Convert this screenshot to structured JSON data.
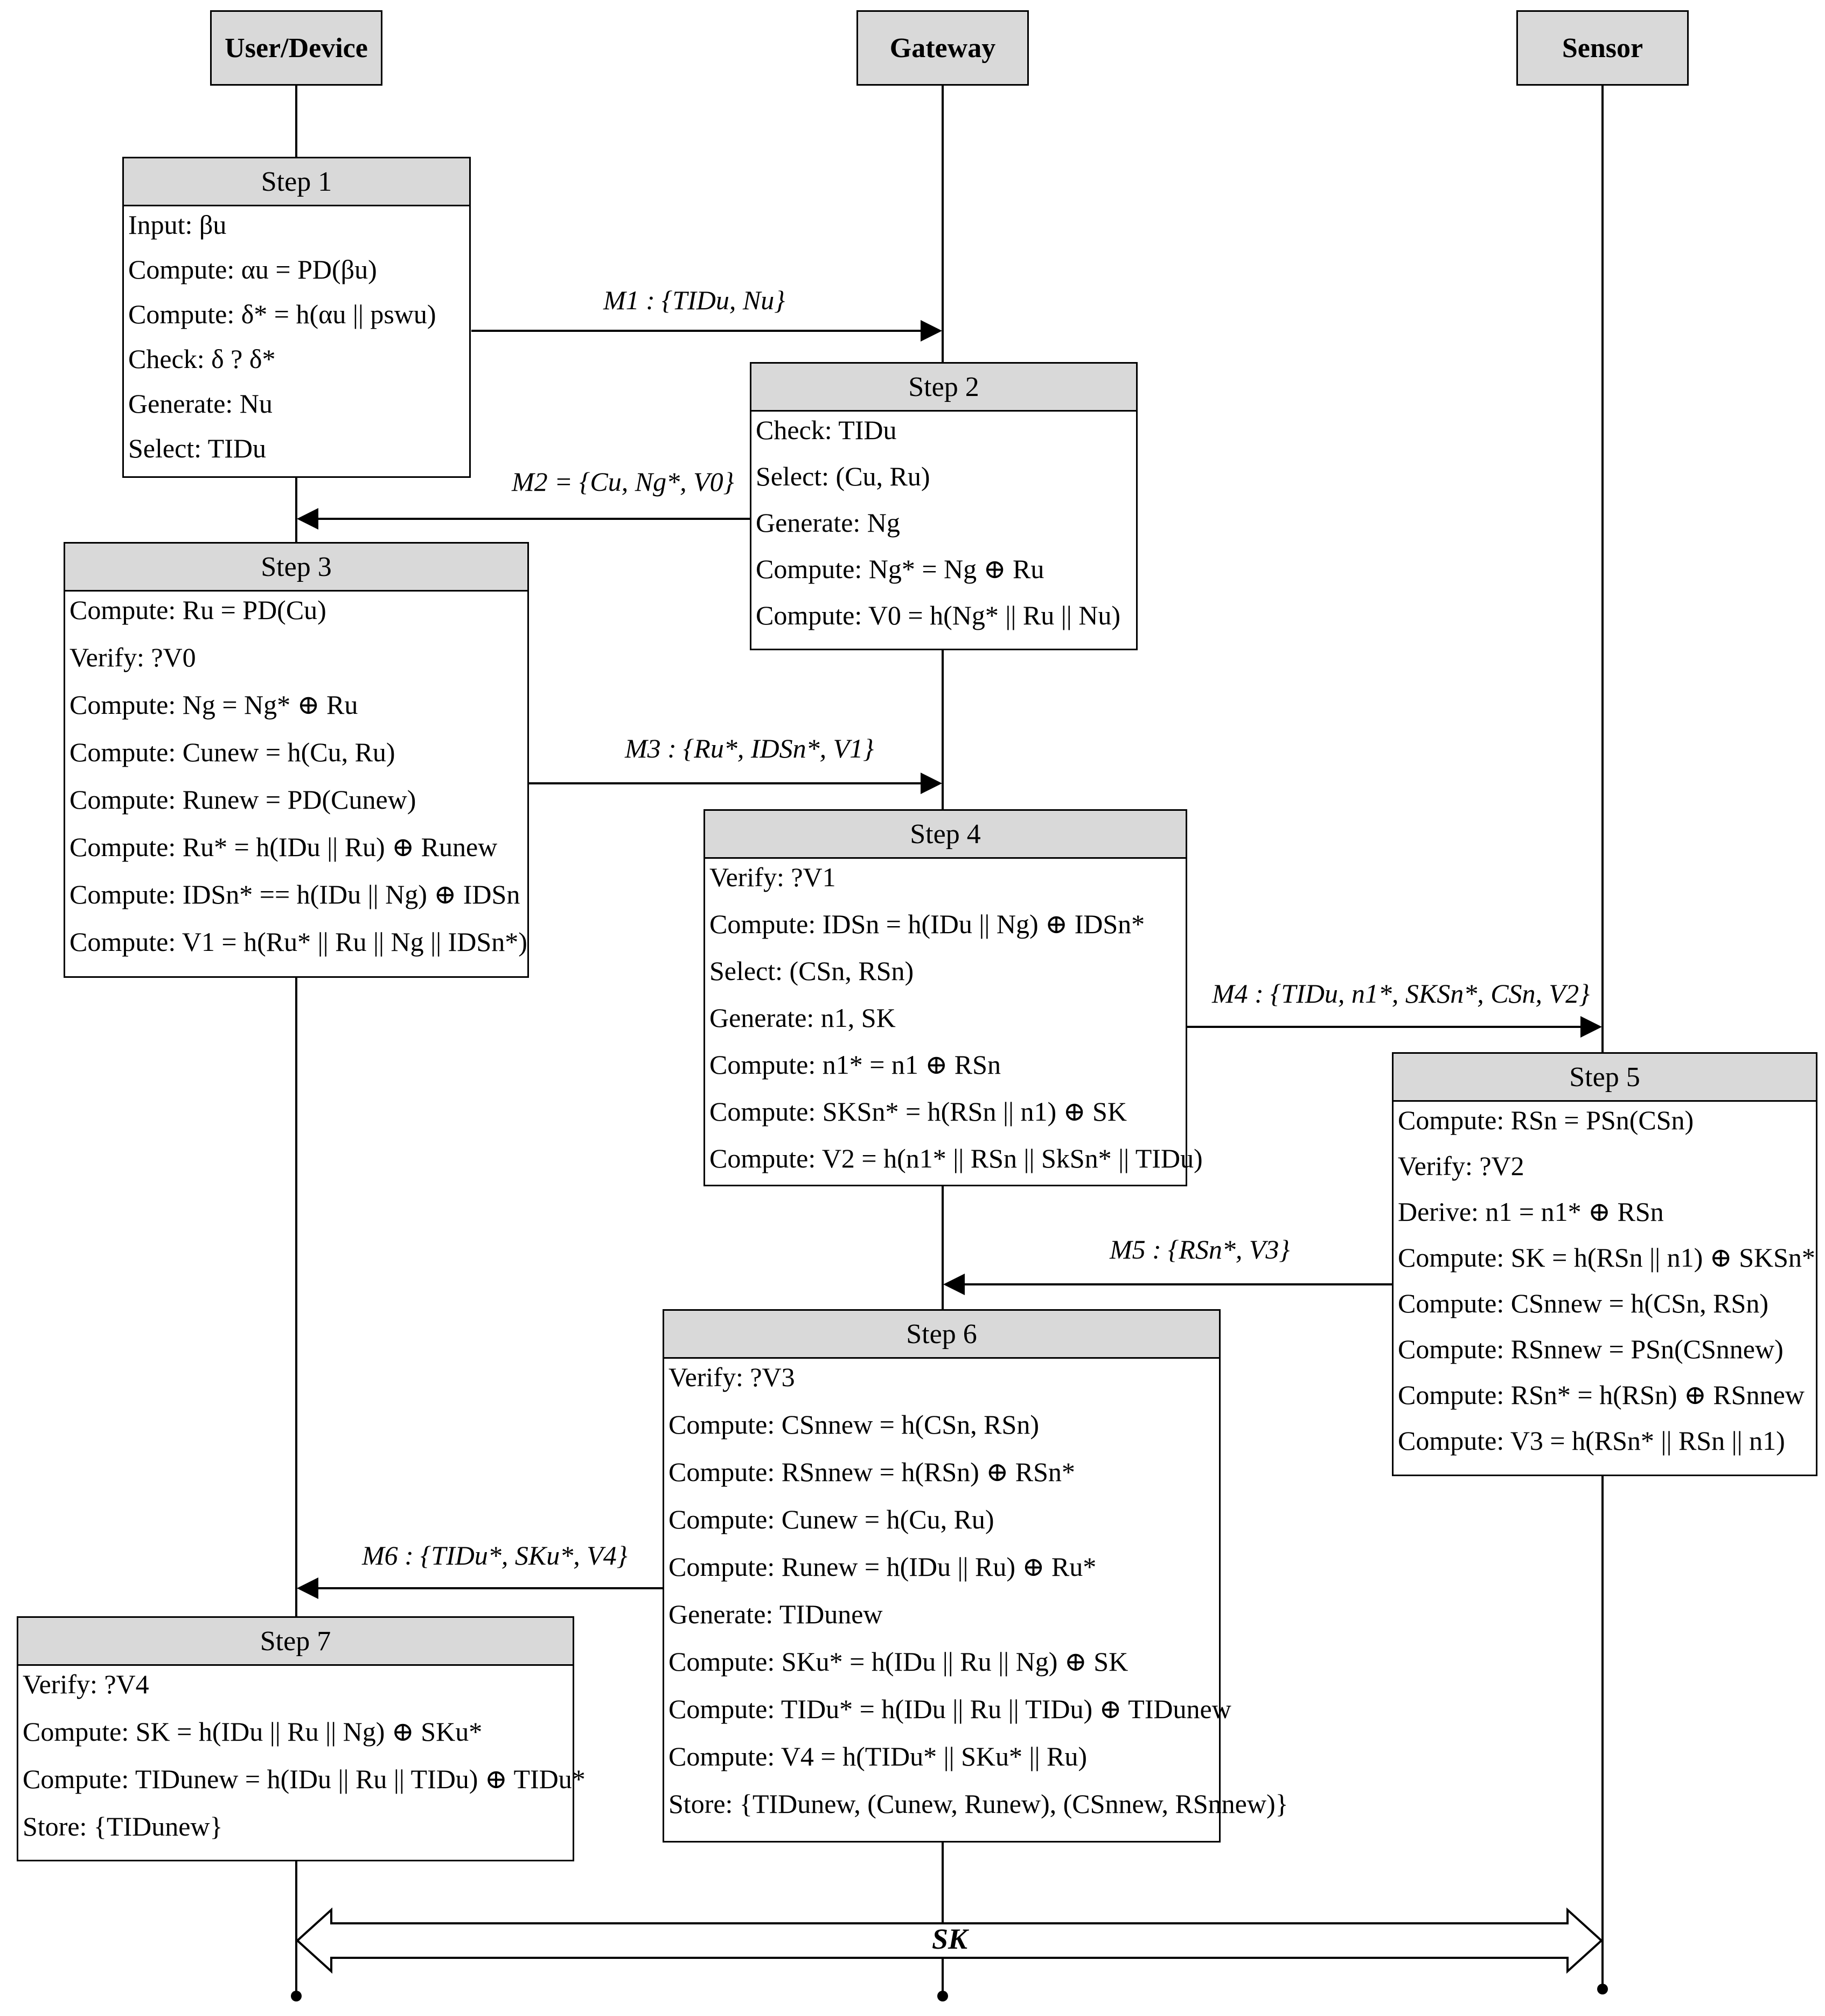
{
  "actors": [
    "User/Device",
    "Gateway",
    "Sensor"
  ],
  "steps": [
    {
      "title": "Step 1",
      "lines": [
        "Input: βu",
        "Compute: αu = PD(βu)",
        "Compute: δ* = h(αu || pswu)",
        "Check: δ ? δ*",
        "Generate: Nu",
        "Select: TIDu"
      ]
    },
    {
      "title": "Step 2",
      "lines": [
        "Check: TIDu",
        "Select: (Cu, Ru)",
        "Generate: Ng",
        "Compute: Ng* = Ng ⊕ Ru",
        "Compute: V0 = h(Ng* || Ru || Nu)"
      ]
    },
    {
      "title": "Step 3",
      "lines": [
        "Compute: Ru = PD(Cu)",
        "Verify: ?V0",
        "Compute: Ng = Ng* ⊕ Ru",
        "Compute: Cunew = h(Cu, Ru)",
        "Compute: Runew = PD(Cunew)",
        "Compute: Ru* = h(IDu || Ru) ⊕ Runew",
        "Compute: IDSn* == h(IDu || Ng) ⊕ IDSn",
        "Compute: V1 = h(Ru* || Ru || Ng || IDSn*)"
      ]
    },
    {
      "title": "Step 4",
      "lines": [
        "Verify: ?V1",
        "Compute: IDSn = h(IDu || Ng) ⊕ IDSn*",
        "Select: (CSn, RSn)",
        "Generate: n1, SK",
        "Compute: n1* = n1 ⊕ RSn",
        "Compute: SKSn* = h(RSn || n1) ⊕ SK",
        "Compute: V2 = h(n1* || RSn || SkSn* || TIDu)"
      ]
    },
    {
      "title": "Step 5",
      "lines": [
        "Compute: RSn = PSn(CSn)",
        "Verify: ?V2",
        "Derive: n1 = n1* ⊕ RSn",
        "Compute: SK = h(RSn || n1) ⊕ SKSn*",
        "Compute: CSnnew = h(CSn, RSn)",
        "Compute: RSnnew = PSn(CSnnew)",
        "Compute: RSn* = h(RSn) ⊕ RSnnew",
        "Compute: V3 = h(RSn* || RSn || n1)"
      ]
    },
    {
      "title": "Step 6",
      "lines": [
        "Verify: ?V3",
        "Compute: CSnnew = h(CSn, RSn)",
        "Compute: RSnnew = h(RSn) ⊕ RSn*",
        "Compute: Cunew = h(Cu, Ru)",
        "Compute: Runew = h(IDu || Ru) ⊕ Ru*",
        "Generate: TIDunew",
        "Compute: SKu* = h(IDu || Ru || Ng) ⊕ SK",
        "Compute: TIDu* = h(IDu || Ru || TIDu) ⊕ TIDunew",
        "Compute: V4 = h(TIDu* || SKu* || Ru)",
        "Store: {TIDunew, (Cunew, Runew), (CSnnew, RSnnew)}"
      ]
    },
    {
      "title": "Step 7",
      "lines": [
        "Verify: ?V4",
        "Compute: SK = h(IDu || Ru || Ng) ⊕ SKu*",
        "Compute: TIDunew = h(IDu || Ru || TIDu) ⊕ TIDu*",
        "Store: {TIDunew}"
      ]
    }
  ],
  "messages": [
    "M1 : {TIDu, Nu}",
    "M2 = {Cu, Ng*, V0}",
    "M3 : {Ru*, IDSn*, V1}",
    "M4 : {TIDu, n1*, SKSn*, CSn, V2}",
    "M5 : {RSn*, V3}",
    "M6 : {TIDu*, SKu*, V4}"
  ],
  "shared_key_label": "SK"
}
